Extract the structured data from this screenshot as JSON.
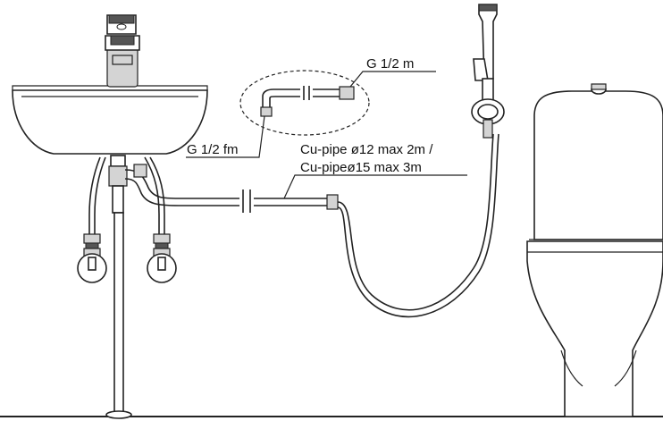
{
  "labels": {
    "g_male": "G 1/2  m",
    "g_female": "G 1/2  fm",
    "pipe_line1": "Cu-pipe ø12  max 2m /",
    "pipe_line2": "Cu-pipeø15 max 3m"
  },
  "colors": {
    "line": "#222222",
    "fill_grey": "#d4d4d4",
    "background": "#ffffff"
  }
}
